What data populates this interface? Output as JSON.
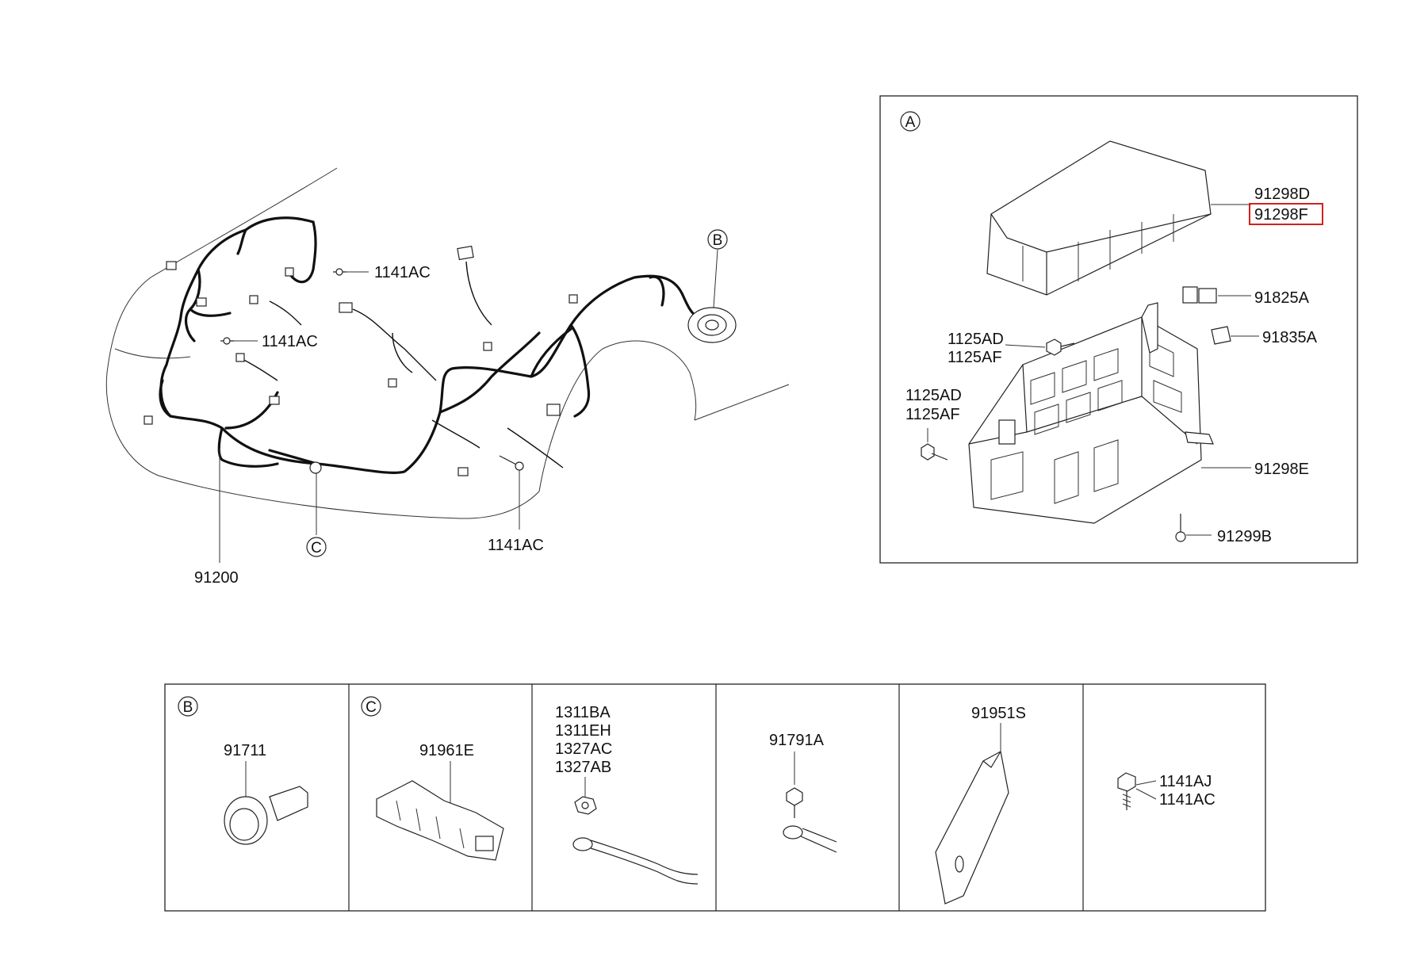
{
  "main_diagram": {
    "harness_label": "91200",
    "clip_labels": [
      "1141AC",
      "1141AC",
      "1141AC"
    ],
    "detail_refs": {
      "b": "B",
      "c": "C"
    }
  },
  "detail_a": {
    "ref_letter": "A",
    "labels": {
      "cover_1": "91298D",
      "cover_2": "91298F",
      "relay": "91825A",
      "fuse": "91835A",
      "bolt_top_1": "1125AD",
      "bolt_top_2": "1125AF",
      "bolt_left_1": "1125AD",
      "bolt_left_2": "1125AF",
      "junction_box": "91298E",
      "screw": "91299B"
    },
    "highlighted_part": "91298F",
    "highlight_color": "#d61f1f"
  },
  "bottom_panels": [
    {
      "ref_letter": "B",
      "labels": [
        "91711"
      ]
    },
    {
      "ref_letter": "C",
      "labels": [
        "91961E"
      ]
    },
    {
      "ref_letter": "",
      "labels": [
        "1311BA",
        "1311EH",
        "1327AC",
        "1327AB"
      ]
    },
    {
      "ref_letter": "",
      "labels": [
        "91791A"
      ]
    },
    {
      "ref_letter": "",
      "labels": [
        "91951S"
      ]
    },
    {
      "ref_letter": "",
      "labels": [
        "1141AJ",
        "1141AC"
      ]
    }
  ]
}
